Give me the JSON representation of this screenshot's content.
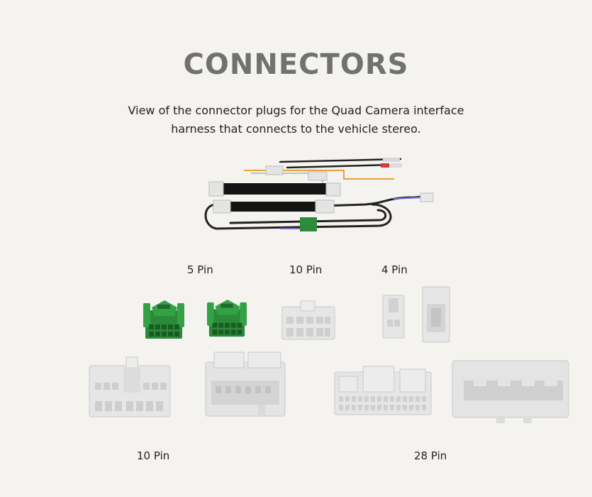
{
  "page": {
    "title": "CONNECTORS",
    "description": "View of the connector plugs for the Quad Camera interface harness that connects to the vehicle stereo."
  },
  "labels": {
    "five_pin": "5 Pin",
    "ten_pin_top": "10 Pin",
    "four_pin": "4 Pin",
    "ten_pin_bottom": "10 Pin",
    "twenty_eight_pin": "28 Pin"
  },
  "colors": {
    "background": "#f4f3ef",
    "title": "#717171",
    "connector_green": "#2e8b3a",
    "connector_white": "#e4e4e4"
  }
}
